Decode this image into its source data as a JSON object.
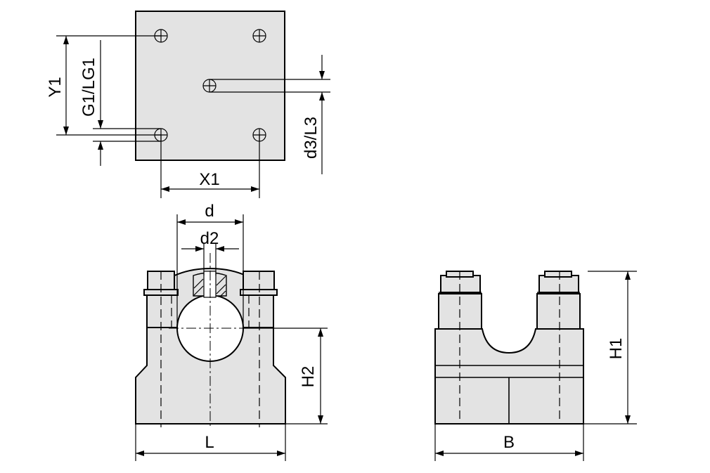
{
  "labels": {
    "y1": "Y1",
    "g1_lg1": "G1/LG1",
    "x1": "X1",
    "d3_l3": "d3/L3",
    "d": "d",
    "d2": "d2",
    "h2": "H2",
    "l": "L",
    "h1": "H1",
    "b": "B"
  },
  "colors": {
    "part_fill": "#e3e3e3",
    "line": "#000000",
    "background": "#ffffff"
  }
}
